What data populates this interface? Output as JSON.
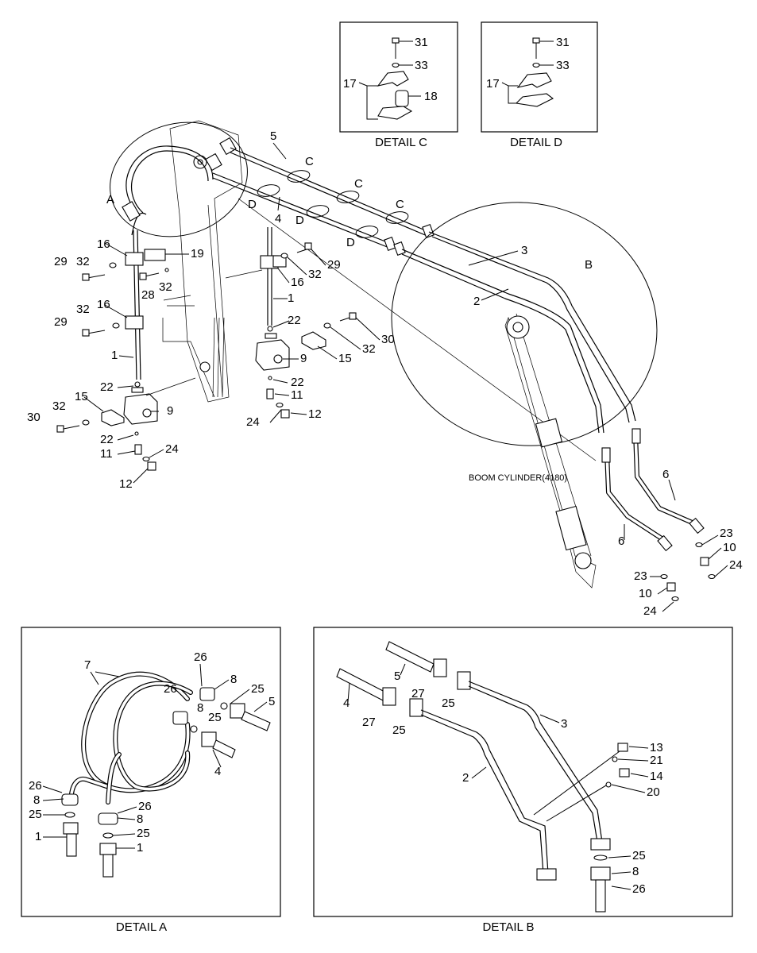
{
  "details": {
    "c_caption": "DETAIL C",
    "d_caption": "DETAIL D",
    "a_caption": "DETAIL A",
    "b_caption": "DETAIL B"
  },
  "main": {
    "boom_cylinder_label": "BOOM CYLINDER(4180)",
    "region_a": "A",
    "region_b": "B",
    "region_c": "C",
    "region_d": "D"
  },
  "part_numbers": {
    "p1": "1",
    "p2": "2",
    "p3": "3",
    "p4": "4",
    "p5": "5",
    "p6": "6",
    "p7": "7",
    "p8": "8",
    "p9": "9",
    "p10": "10",
    "p11": "11",
    "p12": "12",
    "p13": "13",
    "p14": "14",
    "p15": "15",
    "p16": "16",
    "p17": "17",
    "p18": "18",
    "p19": "19",
    "p20": "20",
    "p21": "21",
    "p22": "22",
    "p23": "23",
    "p24": "24",
    "p25": "25",
    "p26": "26",
    "p27": "27",
    "p28": "28",
    "p29": "29",
    "p30": "30",
    "p31": "31",
    "p32": "32",
    "p33": "33"
  }
}
